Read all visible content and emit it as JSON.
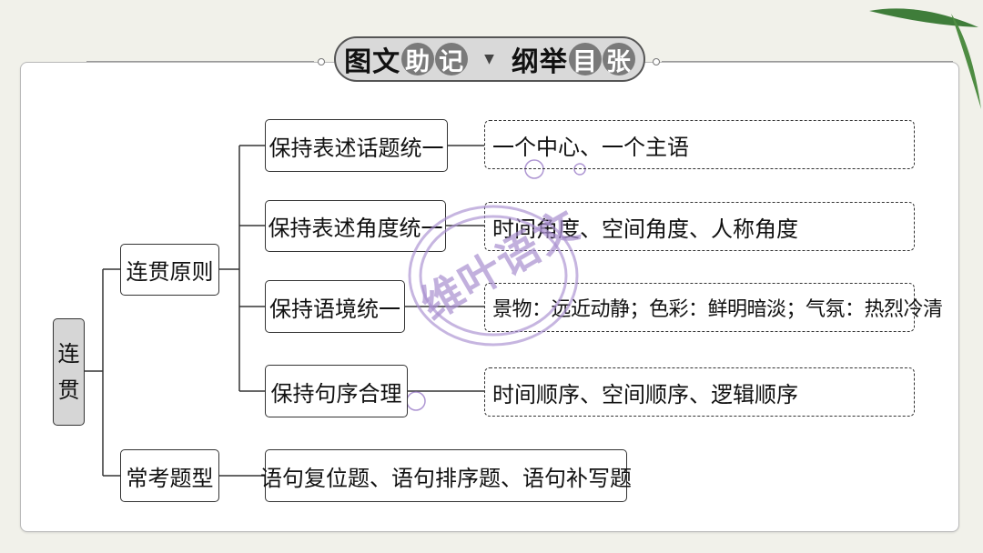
{
  "header": {
    "part1": [
      "图",
      "文",
      "助",
      "记"
    ],
    "part2": [
      "纲",
      "举",
      "目",
      "张"
    ],
    "separator": "▼"
  },
  "diagram": {
    "root": [
      "连",
      "贯"
    ],
    "principles": "连贯原则",
    "common_types": "常考题型",
    "rules": [
      {
        "label": "保持表述话题统一",
        "detail": "一个中心、一个主语"
      },
      {
        "label": "保持表述角度统一",
        "detail": "时间角度、空间角度、人称角度"
      },
      {
        "label": "保持语境统一",
        "detail": "景物：远近动静；色彩：鲜明暗淡；气氛：热烈冷清"
      },
      {
        "label": "保持句序合理",
        "detail": "时间顺序、空间顺序、逻辑顺序"
      }
    ],
    "question_types": "语句复位题、语句排序题、语句补写题"
  },
  "watermark": "维叶语文",
  "colors": {
    "panel": "#ffffff",
    "background": "#f1f1ea",
    "root_fill": "#d6d6d6",
    "title_fill": "#d9d9d9",
    "watermark": "#a98fd0",
    "leaf": "#3f7d3a"
  }
}
